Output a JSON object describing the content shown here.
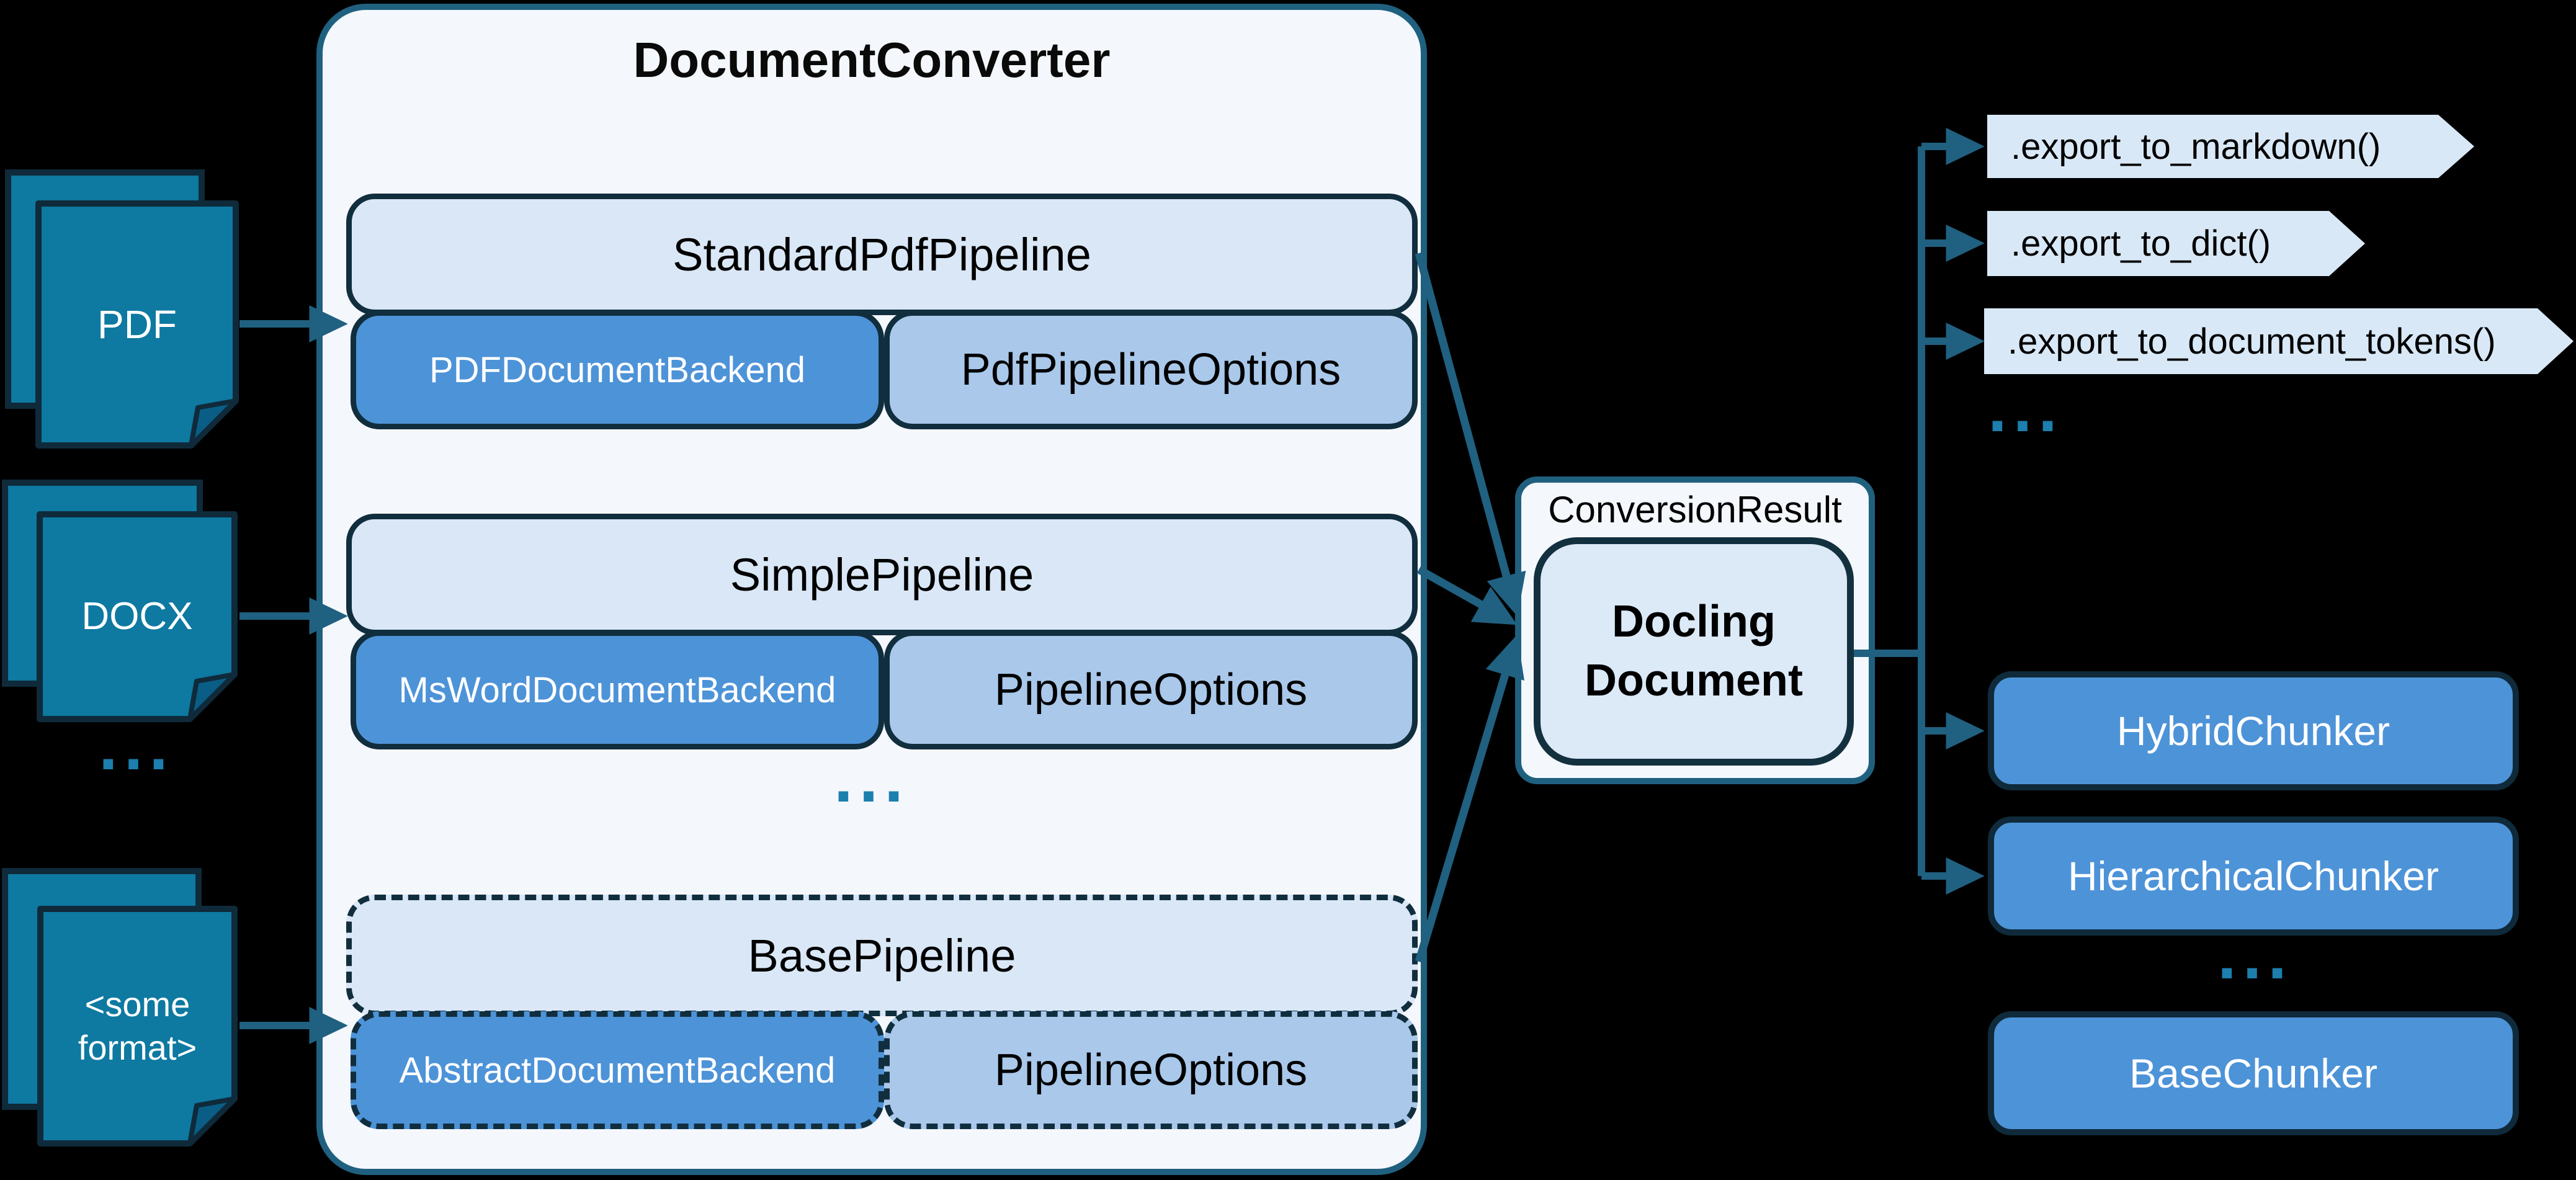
{
  "diagram": {
    "title": "DocumentConverter",
    "inputs": [
      {
        "label": "PDF"
      },
      {
        "label": "DOCX"
      },
      {
        "label": "<some format>"
      }
    ],
    "input_ellipsis": "...",
    "pipelines": [
      {
        "name": "StandardPdfPipeline",
        "backend": "PDFDocumentBackend",
        "options": "PdfPipelineOptions",
        "style": "solid"
      },
      {
        "name": "SimplePipeline",
        "backend": "MsWordDocumentBackend",
        "options": "PipelineOptions",
        "style": "solid"
      },
      {
        "name": "BasePipeline",
        "backend": "AbstractDocumentBackend",
        "options": "PipelineOptions",
        "style": "dashed"
      }
    ],
    "pipeline_ellipsis": "...",
    "result": {
      "label": "ConversionResult",
      "document": "Docling Document"
    },
    "exports": [
      ".export_to_markdown()",
      ".export_to_dict()",
      ".export_to_document_tokens()"
    ],
    "export_ellipsis": "...",
    "chunkers": [
      {
        "label": "HybridChunker",
        "style": "solid"
      },
      {
        "label": "HierarchicalChunker",
        "style": "solid"
      }
    ],
    "chunker_ellipsis": "...",
    "base_chunker": {
      "label": "BaseChunker",
      "style": "dashed"
    },
    "colors": {
      "background": "#000000",
      "container_fill": "#F4F7FC",
      "container_border": "#20607F",
      "pipeline_fill": "#D9E7F6",
      "backend_fill": "#4D93D8",
      "options_fill": "#A9C8EA",
      "dark_border": "#112E3E",
      "document_icon_fill": "#0E79A1",
      "arrow": "#206080",
      "ellipsis": "#1C7FAE",
      "chevron_fill": "#D9E8F6",
      "result_fill": "#F4F8FD",
      "docling_fill": "#DCE9F7",
      "text_dark": "#000000",
      "text_light": "#FFFFFF"
    }
  }
}
